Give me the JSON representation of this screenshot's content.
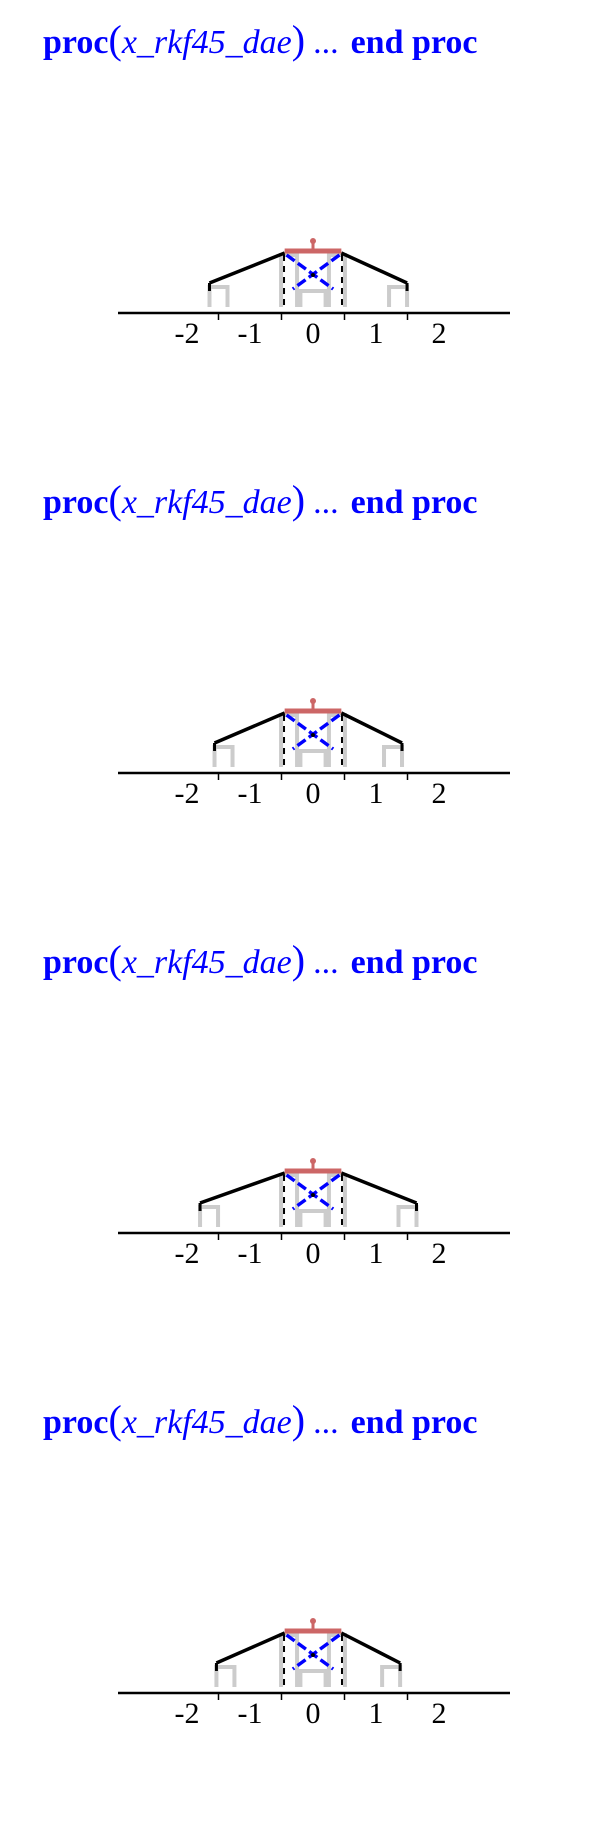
{
  "blocks": [
    {
      "proc_keyword": "proc",
      "open_paren": "(",
      "argument": "x_rkf45_dae",
      "close_paren": ")",
      "ellipsis": "...",
      "end_keyword": "end proc",
      "figure": {
        "outer_offset": 0.34
      }
    },
    {
      "proc_keyword": "proc",
      "open_paren": "(",
      "argument": "x_rkf45_dae",
      "close_paren": ")",
      "ellipsis": "...",
      "end_keyword": "end proc",
      "figure": {
        "outer_offset": 0.26
      }
    },
    {
      "proc_keyword": "proc",
      "open_paren": "(",
      "argument": "x_rkf45_dae",
      "close_paren": ")",
      "ellipsis": "...",
      "end_keyword": "end proc",
      "figure": {
        "outer_offset": 0.49
      }
    },
    {
      "proc_keyword": "proc",
      "open_paren": "(",
      "argument": "x_rkf45_dae",
      "close_paren": ")",
      "ellipsis": "...",
      "end_keyword": "end proc",
      "figure": {
        "outer_offset": 0.23
      }
    }
  ],
  "axis": {
    "tick_labels": [
      "-2",
      "-1",
      "0",
      "1",
      "2"
    ],
    "tick_values": [
      -2,
      -1,
      0,
      1,
      2
    ]
  },
  "colors": {
    "text": "#0000ff",
    "platform": "#cc6666",
    "links": "#000000",
    "cross": "#0000ff",
    "feet": "#cccccc",
    "axis": "#000000"
  }
}
